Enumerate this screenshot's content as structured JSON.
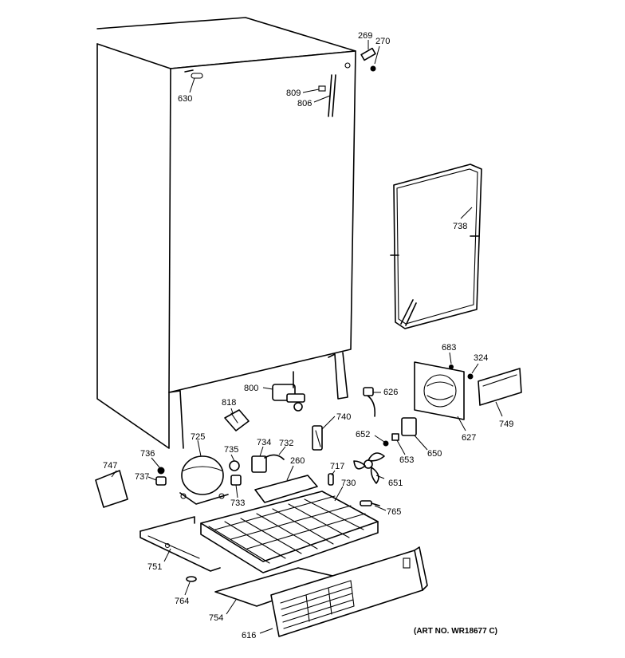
{
  "art_number": "(ART NO. WR18677 C)",
  "callouts": [
    "269",
    "270",
    "630",
    "809",
    "806",
    "738",
    "683",
    "324",
    "800",
    "818",
    "626",
    "749",
    "627",
    "740",
    "652",
    "650",
    "653",
    "725",
    "734",
    "732",
    "735",
    "736",
    "747",
    "737",
    "260",
    "717",
    "730",
    "651",
    "765",
    "733",
    "751",
    "764",
    "754",
    "616"
  ]
}
